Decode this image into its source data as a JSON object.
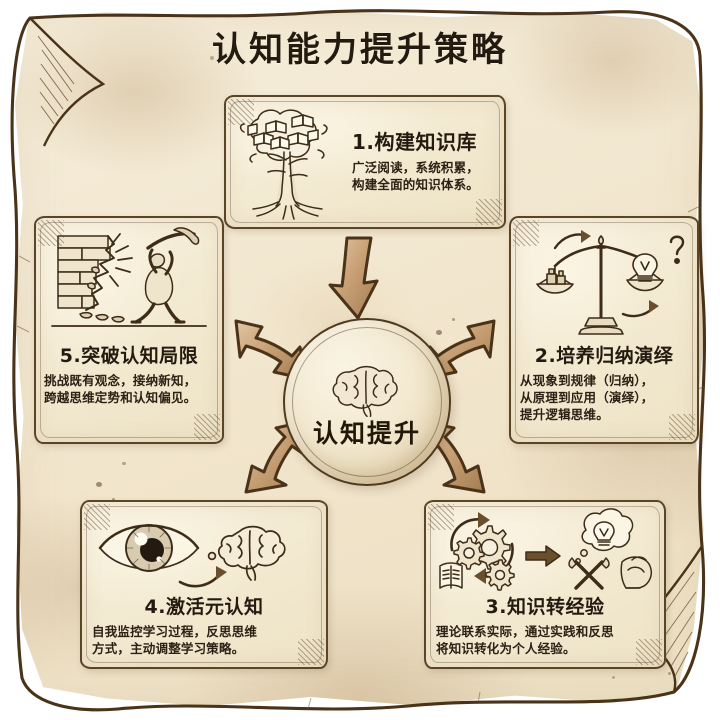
{
  "poster": {
    "title": "认知能力提升策略",
    "medium": "aged-parchment",
    "colors": {
      "paper": "#f3e9d3",
      "paper_dark": "#e6d5b2",
      "ink": "#4e3a1f",
      "ink_text": "#241a10",
      "arrow_fill": "#c8a279",
      "arrow_edge": "#4a3318"
    }
  },
  "hub": {
    "label": "认知提升",
    "icon": "brain-icon"
  },
  "cards": [
    {
      "id": "card1",
      "number": "1.",
      "title": "1.构建知识库",
      "desc_lines": [
        "广泛阅读，系统积累，",
        "构建全面的知识体系。"
      ],
      "desc": "广泛阅读，系统积累，构建全面的知识体系。",
      "icon": "knowledge-tree-icon",
      "position": "top"
    },
    {
      "id": "card2",
      "number": "2.",
      "title": "2.培养归纳演绎",
      "desc_lines": [
        "从现象到规律（归纳），",
        "从原理到应用（演绎），",
        "提升逻辑思维。"
      ],
      "desc": "从现象到规律（归纳），从原理到应用（演绎），提升逻辑思维。",
      "icon": "balance-scale-icon",
      "position": "right"
    },
    {
      "id": "card3",
      "number": "3.",
      "title": "3.知识转经验",
      "desc_lines": [
        "理论联系实际，通过实践和反思",
        "将知识转化为个人经验。"
      ],
      "desc": "理论联系实际，通过实践和反思将知识转化为个人经验。",
      "icon": "gears-book-idea-icon",
      "position": "bottom-right"
    },
    {
      "id": "card4",
      "number": "4.",
      "title": "4.激活元认知",
      "desc_lines": [
        "自我监控学习过程，反思思维",
        "方式，主动调整学习策略。"
      ],
      "desc": "自我监控学习过程，反思思维方式，主动调整学习策略。",
      "icon": "eye-brain-icon",
      "position": "bottom-left"
    },
    {
      "id": "card5",
      "number": "5.",
      "title": "5.突破认知局限",
      "desc_lines": [
        "挑战既有观念，接纳新知，",
        "跨越思维定势和认知偏见。"
      ],
      "desc": "挑战既有观念，接纳新知，跨越思维定势和认知偏见。",
      "icon": "breaking-wall-icon",
      "position": "left"
    }
  ],
  "arrows": [
    {
      "name": "arrow-top-to-hub",
      "from": "card1",
      "to": "hub",
      "style": "single-head-down"
    },
    {
      "name": "arrow-hub-to-card5",
      "from": "hub",
      "to": "card5",
      "style": "double-head-curved"
    },
    {
      "name": "arrow-hub-to-card2",
      "from": "hub",
      "to": "card2",
      "style": "double-head-curved"
    },
    {
      "name": "arrow-hub-to-card4",
      "from": "hub",
      "to": "card4",
      "style": "double-head-curved"
    },
    {
      "name": "arrow-hub-to-card3",
      "from": "hub",
      "to": "card3",
      "style": "double-head-curved"
    }
  ]
}
